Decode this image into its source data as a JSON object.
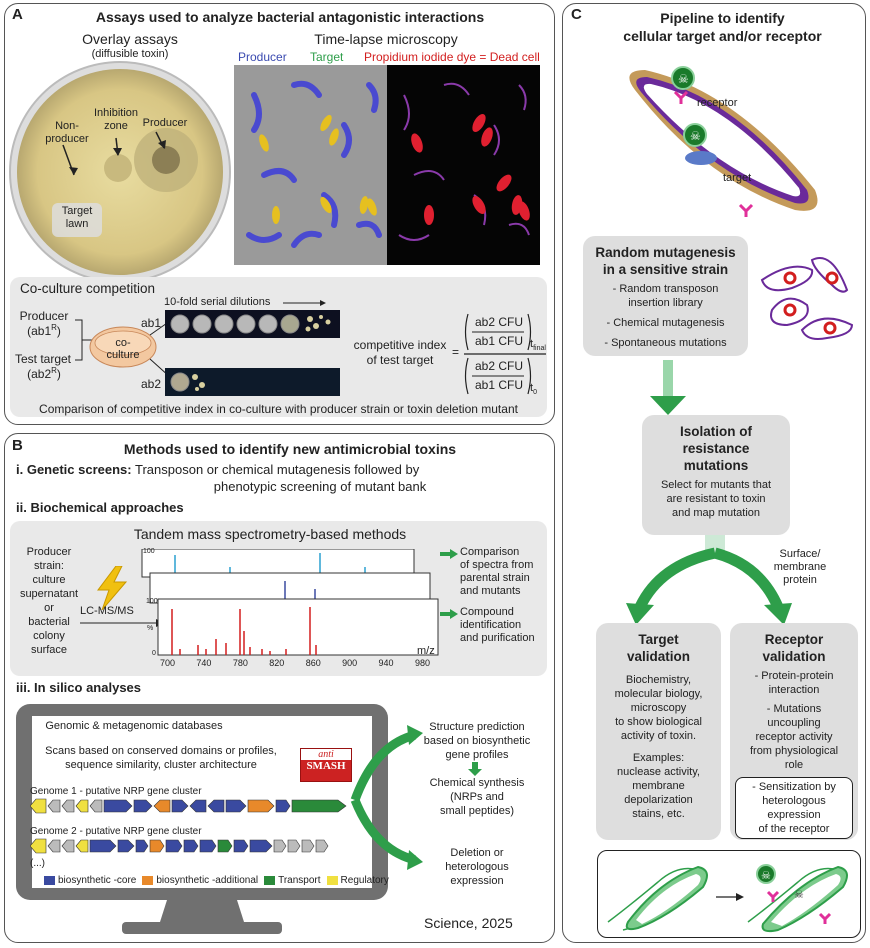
{
  "panelA": {
    "label": "A",
    "title": "Assays used to analyze bacterial antagonistic interactions",
    "overlay": {
      "title": "Overlay assays",
      "subtitle": "(diffusible toxin)",
      "nonproducer": "Non-\nproducer",
      "inhibition": "Inhibition\nzone",
      "producer": "Producer",
      "lawn": "Target\nlawn"
    },
    "timelapse": {
      "title": "Time-lapse microscopy",
      "producer": "Producer",
      "target": "Target",
      "dye": "Propidium iodide dye = Dead cell"
    },
    "coculture": {
      "title": "Co-culture competition",
      "dilutions": "10-fold serial dilutions",
      "producer": "Producer",
      "producer_strain": "(ab1",
      "producer_sup": "R",
      "test": "Test target",
      "test_strain": "(ab2",
      "test_sup": "R",
      "co": "co-",
      "culture": "culture",
      "ab1": "ab1",
      "ab2": "ab2",
      "ci_1": "competitive index",
      "ci_2": "of test target",
      "num_top": "ab2 CFU",
      "num_bot": "ab1 CFU",
      "t_final": "t",
      "t_final_sub": "final",
      "t_0": "t",
      "t_0_sub": "0",
      "footer": "Comparison of competitive index in co-culture with producer strain or toxin deletion mutant"
    }
  },
  "panelB": {
    "label": "B",
    "title": "Methods used to identify new antimicrobial toxins",
    "genetic_head": "i. Genetic screens:",
    "genetic_text": " Transposon or chemical mutagenesis followed by",
    "genetic_text2": "phenotypic screening of mutant bank",
    "biochem": "ii. Biochemical approaches",
    "ms_title": "Tandem mass spectrometry-based methods",
    "strain": "Producer\nstrain:\nculture\nsupernatant\nor\nbacterial\ncolony\nsurface",
    "lcms": "LC-MS/MS",
    "comparison": "Comparison\nof spectra from\nparental strain\nand mutants",
    "compound": "Compound\nidentification\nand purification",
    "mz": "m/z",
    "ylabel": "%",
    "y100": "100",
    "y0": "0",
    "xticks": [
      "700",
      "740",
      "780",
      "820",
      "860",
      "900",
      "940",
      "980"
    ],
    "insilico": "iii. In silico analyses",
    "db": "Genomic & metagenomic databases",
    "scans": "Scans based on conserved domains or profiles,\nsequence similarity, cluster architecture",
    "anti": "anti",
    "smash": "SMASH",
    "genome1": "Genome 1 - putative NRP gene cluster",
    "genome2": "Genome 2 - putative NRP gene cluster",
    "ellipsis": "(...)",
    "legend": [
      {
        "label": "biosynthetic -core",
        "color": "#3a4aa0"
      },
      {
        "label": "biosynthetic -additional",
        "color": "#e8892a"
      },
      {
        "label": "Transport",
        "color": "#2a8a3a"
      },
      {
        "label": "Regulatory",
        "color": "#f0e040"
      }
    ],
    "structure": "Structure prediction\nbased on biosynthetic\ngene profiles",
    "chemical": "Chemical synthesis\n(NRPs and\nsmall peptides)",
    "deletion": "Deletion or\nheterologous\nexpression",
    "credit": "Science, 2025"
  },
  "panelC": {
    "label": "C",
    "title": "Pipeline to identify\ncellular target and/or receptor",
    "receptor": "receptor",
    "target": "target",
    "random_head": "Random mutagenesis\nin a sensitive strain",
    "random_items": [
      "- Random transposon\ninsertion library",
      "- Chemical mutagenesis",
      "- Spontaneous mutations"
    ],
    "isolation_head": "Isolation of\nresistance\nmutations",
    "isolation_text": "Select for mutants that\nare resistant to toxin\nand map mutation",
    "surface": "Surface/\nmembrane\nprotein",
    "tv_head": "Target\nvalidation",
    "tv_text": "Biochemistry,\nmolecular biology,\nmicroscopy\nto show biological\nactivity of toxin.",
    "tv_examples": "Examples:\nnuclease activity,\nmembrane\ndepolarization\nstains, etc.",
    "rv_head": "Receptor\nvalidation",
    "rv_items": [
      "- Protein-protein\ninteraction",
      "- Mutations\nuncoupling\nreceptor activity\nfrom physiological\nrole"
    ],
    "rv_boxed": "- Sensitization by\nheterologous\nexpression\nof the receptor"
  },
  "colors": {
    "accent_green": "#2e9e4a",
    "red": "#d21e1e",
    "purple": "#6a2a9a",
    "tan": "#c49a5a"
  }
}
